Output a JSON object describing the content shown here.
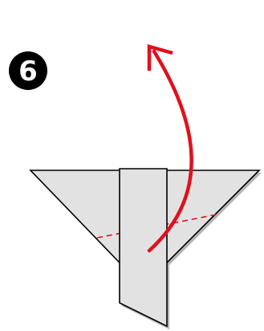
{
  "step": {
    "number": "6"
  },
  "colors": {
    "background": "#ffffff",
    "paper_fill": "#e2e2e2",
    "paper_shadow": "#b5b5b5",
    "outline": "#000000",
    "fold_line": "#e0101e",
    "arrow": "#e0101e",
    "badge": "#000000",
    "badge_text": "#ffffff"
  },
  "icons": {
    "step_badge": "black-circle-number",
    "fold_arrow": "curved-arrow-up",
    "fold_guide": "dashed-valley-fold-line"
  }
}
